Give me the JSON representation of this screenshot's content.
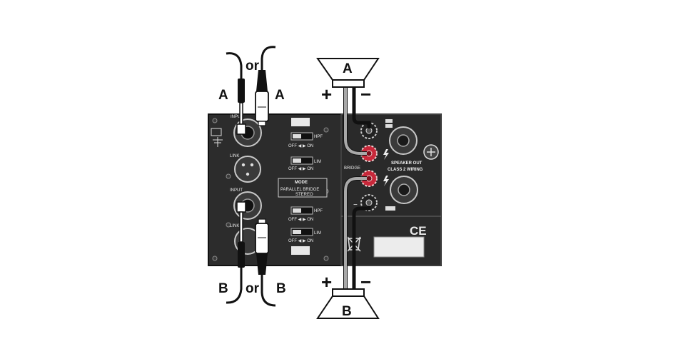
{
  "labels": {
    "channel_a": "A",
    "channel_b": "B",
    "or": "or",
    "speaker_a": "A",
    "speaker_b": "B",
    "plus": "+",
    "minus": "−"
  },
  "panel": {
    "input_top": "INPUT",
    "link_top": "LINK",
    "input_bottom": "INPUT",
    "link_bottom": "LINK",
    "hpf_top": "HPF",
    "lim_top": "LIM",
    "mode": "MODE",
    "mode_options": "PARALLEL   BRIDGE",
    "mode_sub": "STEREO",
    "hpf_bottom": "HPF",
    "lim_bottom": "LIM",
    "off_on_1": "OFF ◀ ▶ ON",
    "off_on_2": "OFF ◀ ▶ ON",
    "off_on_3": "OFF ◀ ▶ ON",
    "off_on_4": "OFF ◀ ▶ ON",
    "bridge": "BRIDGE",
    "speaker_out": "SPEAKER OUT",
    "class2": "CLASS 2 WIRING",
    "ce": "CE"
  },
  "colors": {
    "panel": "#2c2c2c",
    "cable_grey": "#a8a8a8",
    "cable_black": "#111111",
    "binding_red": "#c8283a"
  }
}
